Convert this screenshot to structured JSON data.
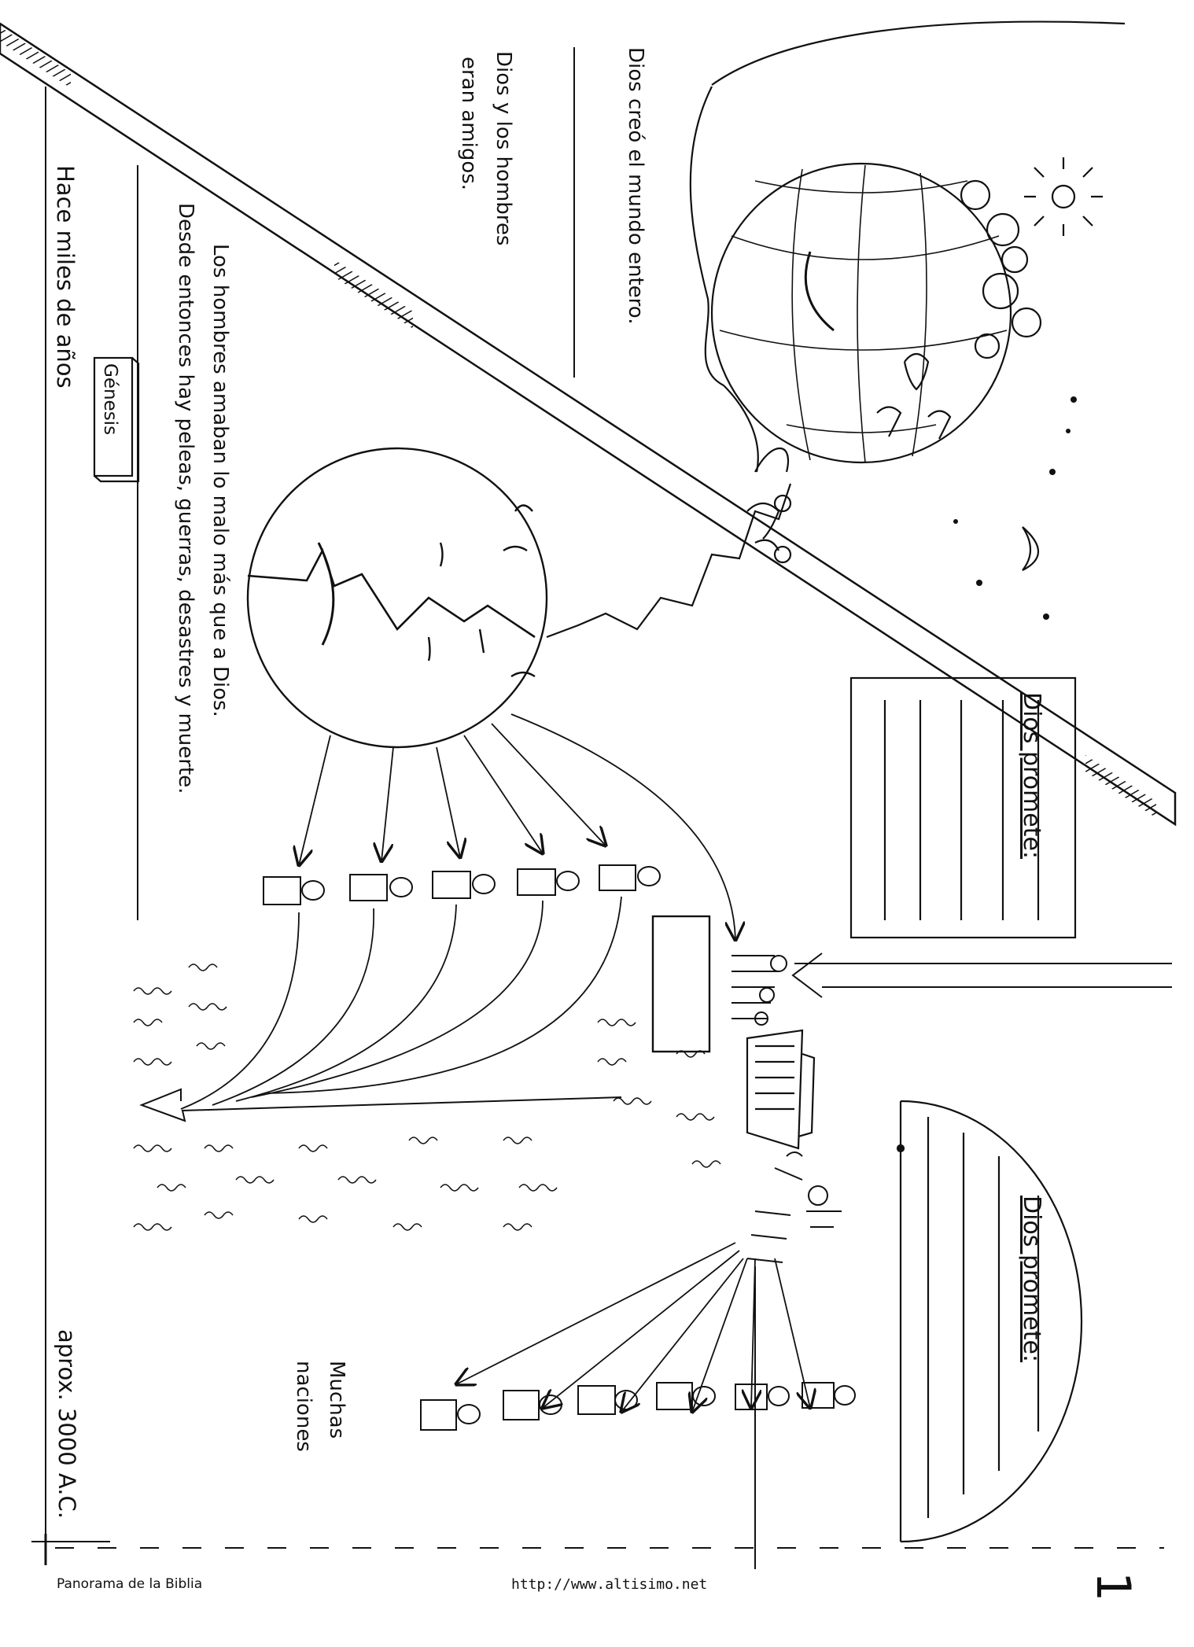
{
  "page": {
    "texts": {
      "creo": "Dios creó el mundo entero.",
      "amigos_1": "Dios y los hombres",
      "amigos_2": "eran amigos.",
      "amaban": "Los hombres amaban lo malo más que a Dios.",
      "desde": "Desde entonces hay peleas, guerras, desastres y muerte.",
      "genesis": "Génesis",
      "hace": "Hace miles de años",
      "promete_1": "Dios promete:",
      "promete_2": "Dios promete:",
      "muchas": "Muchas",
      "naciones": "naciones",
      "aprox": "aprox. 3000 A.C."
    },
    "page_number": "1"
  },
  "footer": {
    "left": "Panorama de la Biblia",
    "url": "http://www.altisimo.net"
  },
  "icons": [
    "globe-icon",
    "broken-globe-icon",
    "sun-icon",
    "moon-icon",
    "ark-icon",
    "person-icon",
    "book-icon",
    "hand-icon"
  ]
}
